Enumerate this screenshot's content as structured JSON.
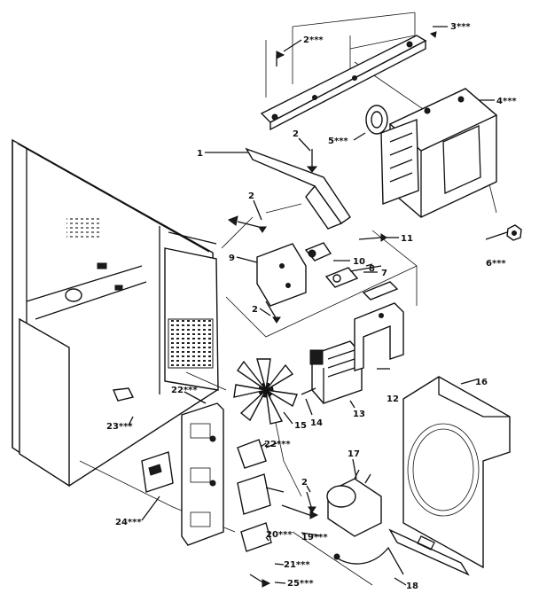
{
  "callouts": {
    "c1": "1",
    "c2_top": "2***",
    "c2_mid": "2",
    "c2_left": "2",
    "c2_lower": "2",
    "c2_cap": "2",
    "c3": "3***",
    "c4": "4***",
    "c5": "5***",
    "c6": "6***",
    "c7": "7",
    "c8": "8",
    "c9": "9",
    "c10": "10",
    "c11": "11",
    "c12": "12",
    "c13": "13",
    "c14": "14",
    "c15": "15",
    "c16": "16",
    "c17": "17",
    "c18": "18",
    "c19": "19***",
    "c20": "20***",
    "c21": "21***",
    "c22a": "22***",
    "c22b": "22***",
    "c23": "23***",
    "c24": "24***",
    "c25": "25***"
  },
  "colors": {
    "ink": "#111111",
    "paper": "#ffffff",
    "stipple": "#9a9a9a"
  }
}
